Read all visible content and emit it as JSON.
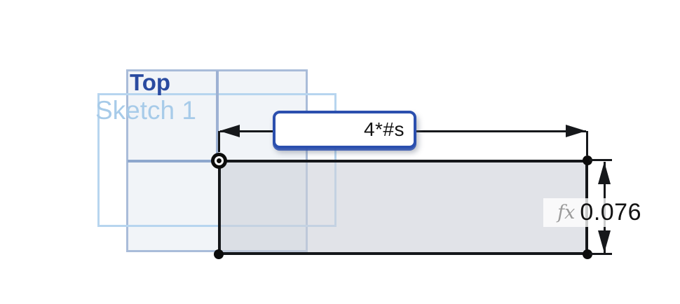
{
  "view": {
    "type": "cad-sketch-canvas",
    "description": "Top view of a sketch with a rectangle anchored at the origin"
  },
  "labels": {
    "plane": "Top",
    "sketch": "Sketch 1"
  },
  "dimensions": {
    "width_expression": "4*#s",
    "height_value": "0.076",
    "fx_icon": "fx"
  },
  "colors": {
    "plane_border": "#a9bcd9",
    "plane_fill": "#f1f4f8",
    "sketch_plane_border": "#b7d5ef",
    "plane_label_blue": "#2a4ba0",
    "sketch_label_blue": "#a7cbe9",
    "input_accent_blue": "#2b4fae",
    "geometry_stroke": "#15171a",
    "geometry_fill": "#e2e4e9",
    "fx_gray": "#9b9b9b"
  }
}
